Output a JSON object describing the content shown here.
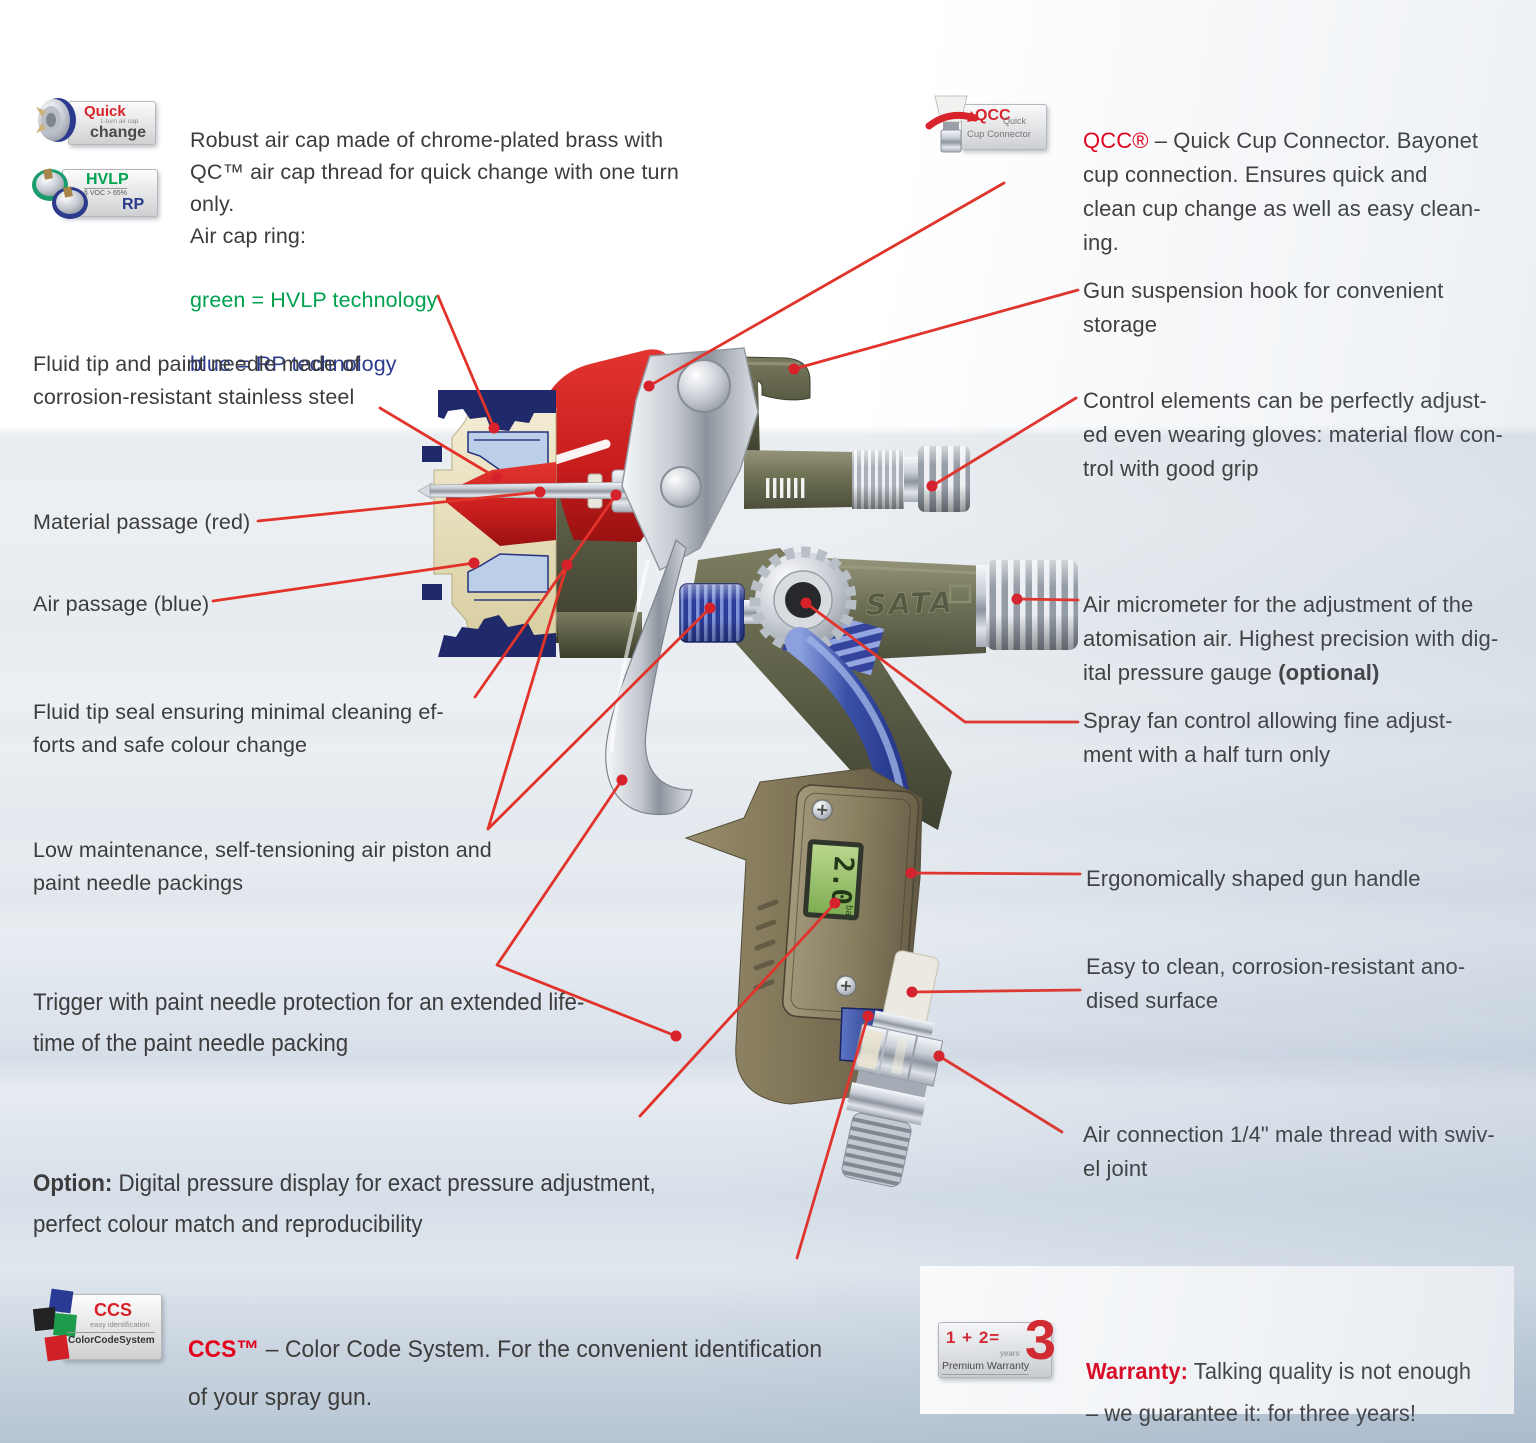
{
  "colors": {
    "leader_red": "#e2332b",
    "accent_red": "#e2001a",
    "hvlp_green": "#00a24f",
    "rp_blue": "#2b3a8c",
    "label_text": "#3c3c3c",
    "gun_olive": "#6e7054",
    "gun_blue": "#33439c"
  },
  "labels": {
    "air_cap": {
      "text": "Robust air cap made of chrome-plated brass with\nQC™ air cap thread for quick change with one turn\nonly.\nAir cap ring:",
      "green": "green = HVLP technology",
      "blue": "blue = RP technology"
    },
    "fluid_tip": "Fluid tip and paint needle made of\ncorrosion-resistant stainless steel",
    "material": "Material passage (red)",
    "air_passage": "Air passage (blue)",
    "tip_seal": "Fluid tip seal ensuring minimal cleaning ef-\nforts and safe colour change",
    "low_maintenance": "Low maintenance, self-tensioning air piston and\npaint needle packings",
    "trigger": "Trigger with paint needle protection for an extended life-\ntime of the paint needle packing",
    "option": {
      "bold": "Option:",
      "rest": " Digital pressure display for exact pressure adjustment,\nperfect colour match and reproducibility"
    },
    "ccs": {
      "red": "CCS™",
      "rest": " – Color Code System. For the convenient identification\nof your spray gun."
    },
    "qcc": {
      "red": "QCC®",
      "rest": " – Quick Cup Connector. Bayonet\ncup connection. Ensures quick and\nclean cup change as well as easy clean-\ning."
    },
    "hook": "Gun suspension hook for convenient\nstorage",
    "control": "Control elements can be perfectly adjust-\ned even wearing gloves: material flow con-\ntrol with good grip",
    "micrometer": {
      "pre": "Air micrometer for the adjustment of the\natomisation air. Highest precision with dig-\nital pressure gauge ",
      "bold": "(optional)"
    },
    "spray_fan": "Spray fan control allowing fine adjust-\nment with a half turn only",
    "ergonomic": "Ergonomically shaped gun handle",
    "easy_clean": "Easy to clean, corrosion-resistant ano-\ndised surface",
    "air_connection": "Air connection 1/4\" male thread with swiv-\nel joint",
    "warranty": {
      "red": "Warranty:",
      "rest": " Talking quality is not enough\n– we guarantee it: for three years!"
    }
  },
  "badges": {
    "quick": {
      "title": "Quick",
      "sub": "1-turn air cap",
      "word": "change"
    },
    "hvlp": {
      "hvlp": "HVLP",
      "voc": "§ VOC > 65%",
      "rp": "RP"
    },
    "qcc": {
      "title": "QCC",
      "sub1": "Quick",
      "sub2": "Cup Connector"
    },
    "ccs": {
      "title": "CCS",
      "sub1": "easy identification",
      "sub2": "ColorCodeSystem"
    },
    "warranty": {
      "formula": "1 + 2=",
      "three": "3",
      "years": "years",
      "label": "Premium Warranty"
    }
  },
  "gun": {
    "logo": "SATA",
    "display": "2.0",
    "display_unit": "bar"
  }
}
